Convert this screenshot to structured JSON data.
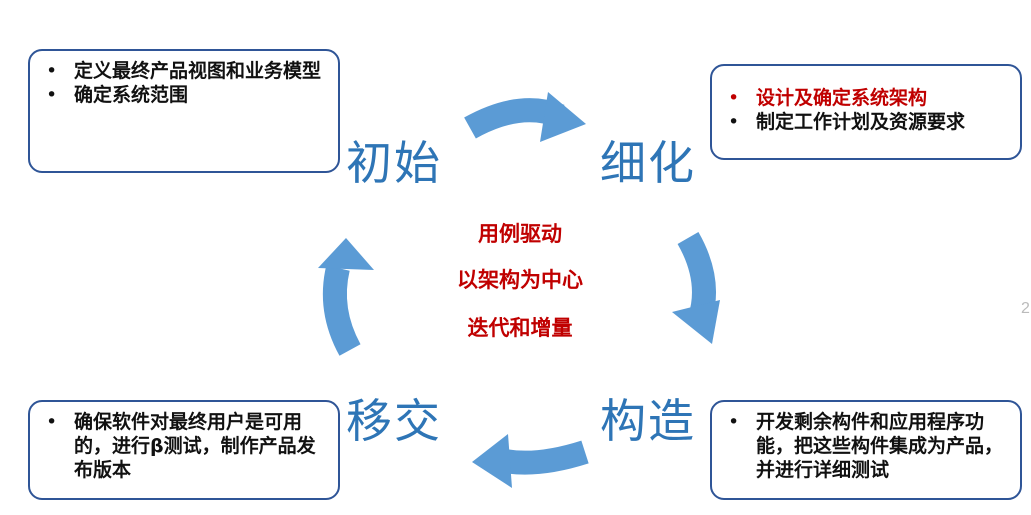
{
  "phases": {
    "inception": "初始",
    "elaboration": "细化",
    "construction": "构造",
    "transition": "移交"
  },
  "center": {
    "line1": "用例驱动",
    "line2": "以架构为中心",
    "line3": "迭代和增量"
  },
  "boxes": {
    "inception": {
      "items": [
        "定义最终产品视图和业务模型",
        "确定系统范围"
      ]
    },
    "elaboration": {
      "items": [
        "设计及确定系统架构",
        "制定工作计划及资源要求"
      ]
    },
    "construction": {
      "items": [
        "开发剩余构件和应用程序功能，把这些构件集成为产品，并进行详细测试"
      ]
    },
    "transition": {
      "items": [
        "确保软件对最终用户是可用的，进行β测试，制作产品发布版本"
      ]
    }
  },
  "bullet": "•",
  "page_number": "2",
  "colors": {
    "phase_text": "#2e75b6",
    "arrow": "#5b9bd5",
    "box_border": "#2f5597",
    "center_text": "#c00000",
    "highlight_item": "#c00000"
  }
}
